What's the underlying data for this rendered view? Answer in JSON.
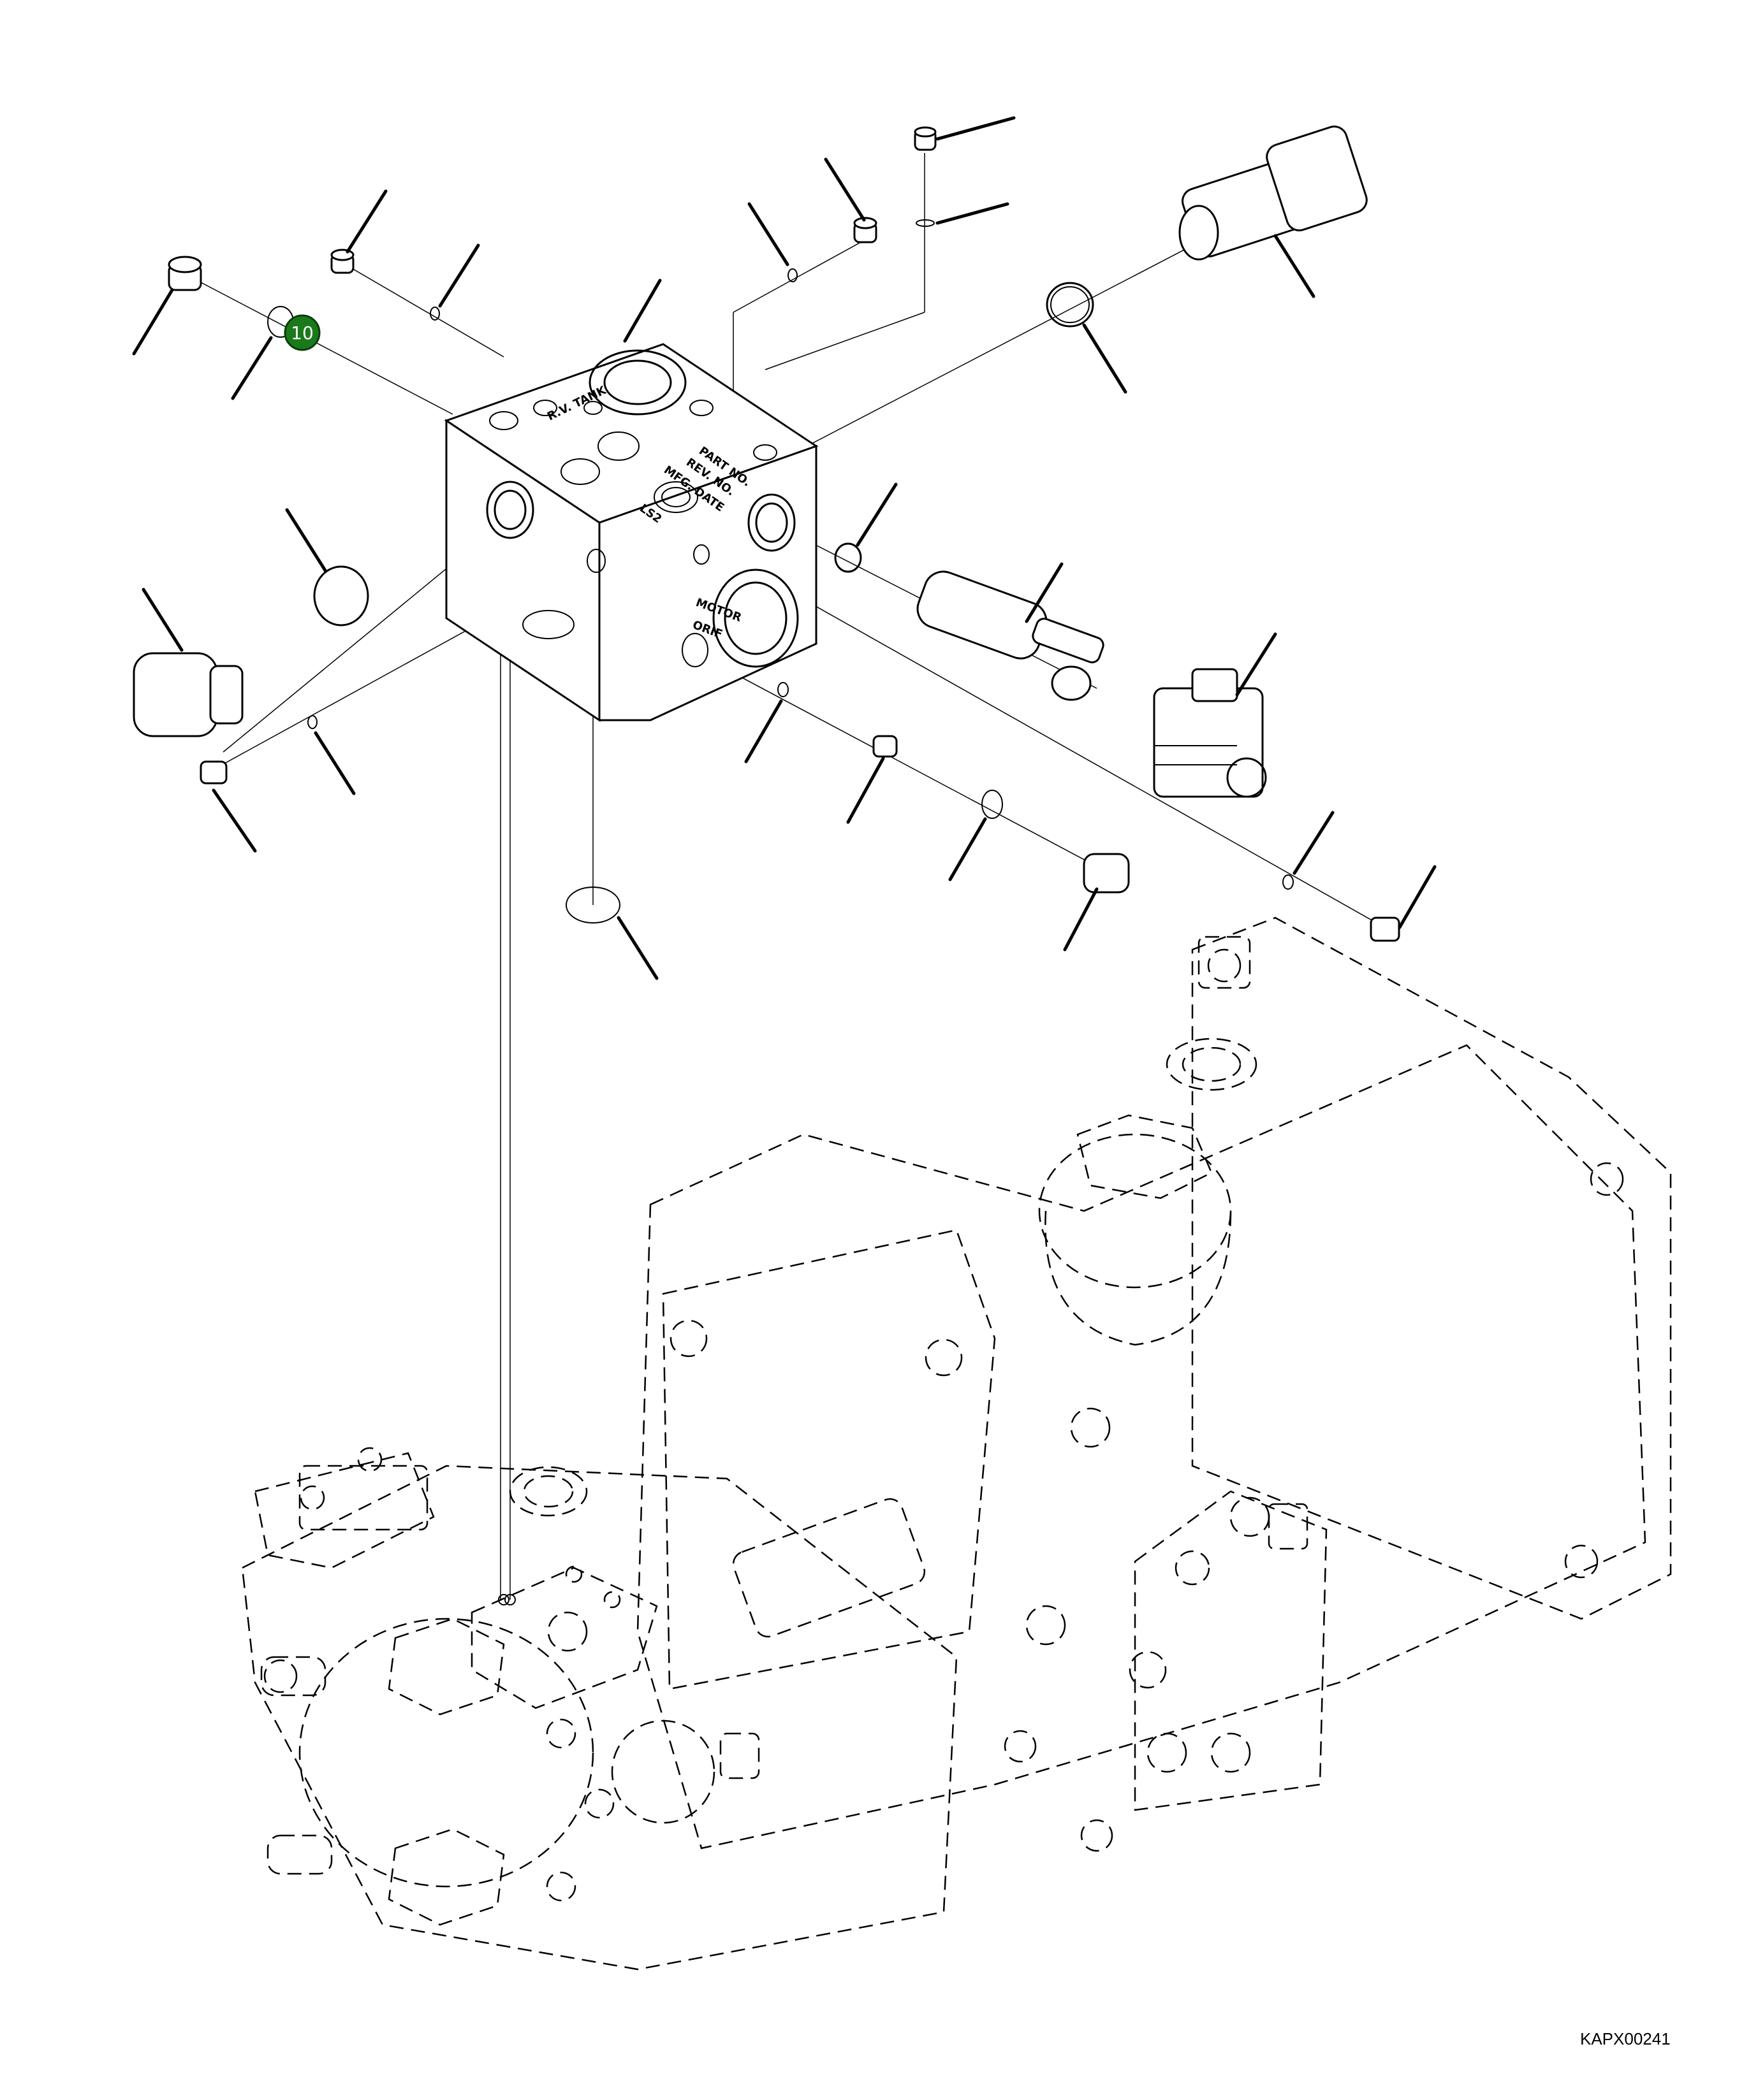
{
  "diagram": {
    "callout": {
      "number": "10",
      "color": "#1a7a1a",
      "border": "#0a3d0a"
    },
    "block_labels": {
      "rv_tank": "R.V. TANK",
      "part_no": "PART NO.",
      "rev_no": "REV. NO.",
      "mfg_date": "MFG. DATE",
      "ls2": "LS2",
      "motor": "MOTOR",
      "orif": "ORIF"
    },
    "reference_code": "KAPX00241"
  }
}
